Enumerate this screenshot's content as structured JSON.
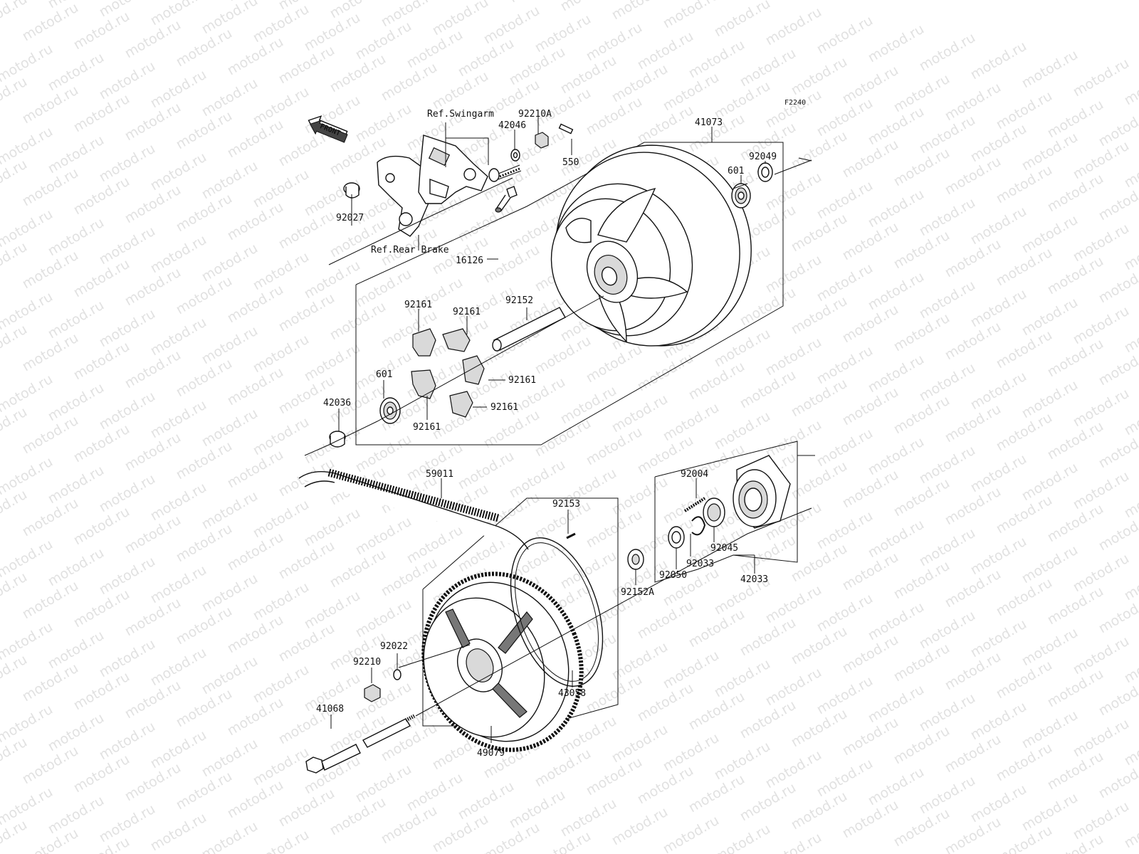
{
  "figure_code": "F2240",
  "front_arrow_text": "FRONT",
  "watermark_text": "motod.ru",
  "references": {
    "swingarm": "Ref.Swingarm",
    "rear_brake": "Ref.Rear Brake"
  },
  "labels": {
    "p92210A": "92210A",
    "p42046": "42046",
    "p550": "550",
    "p41073": "41073",
    "p92049": "92049",
    "p601_top": "601",
    "p92027": "92027",
    "p16126": "16126",
    "p92152": "92152",
    "p92161_a": "92161",
    "p92161_b": "92161",
    "p92161_c": "92161",
    "p92161_d": "92161",
    "p92161_e": "92161",
    "p601_bottom": "601",
    "p42036": "42036",
    "p59011": "59011",
    "p92153": "92153",
    "p92004": "92004",
    "p92045": "92045",
    "p92033": "92033",
    "p92050": "92050",
    "p42033": "42033",
    "p92152A": "92152A",
    "p92022": "92022",
    "p92210": "92210",
    "p43058": "43058",
    "p41068": "41068",
    "p49079": "49079"
  }
}
